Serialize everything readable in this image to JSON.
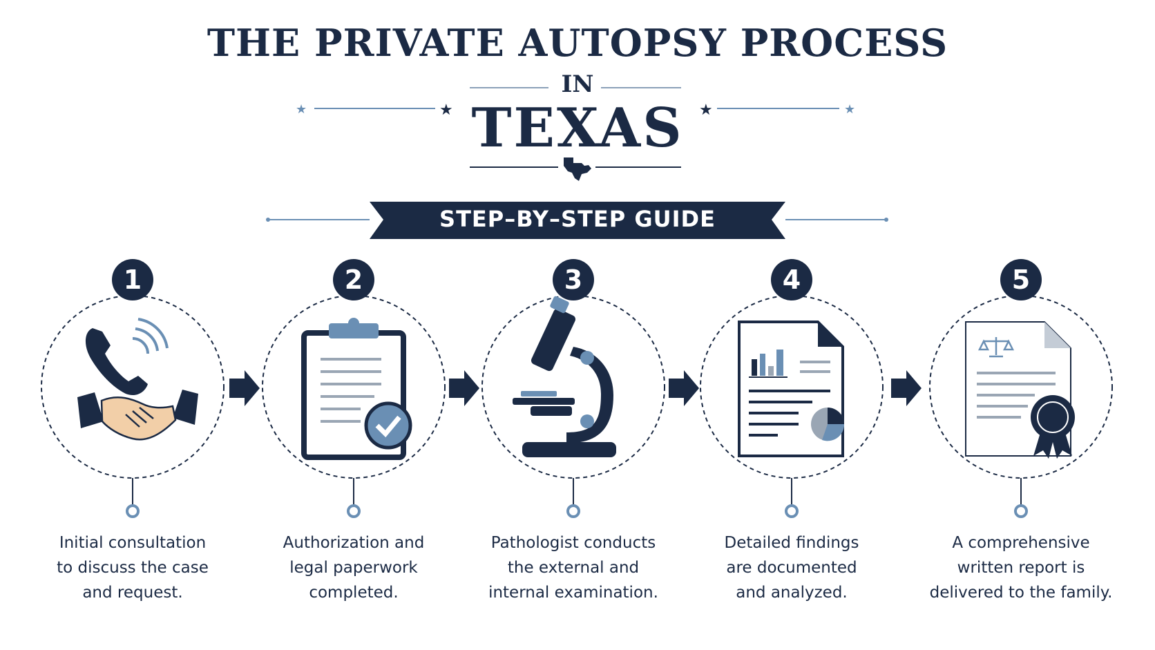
{
  "header": {
    "title": "THE PRIVATE AUTOPSY PROCESS",
    "in_word": "IN",
    "state_word": "TEXAS"
  },
  "banner": {
    "label": "STEP–BY–STEP GUIDE"
  },
  "colors": {
    "navy": "#1b2a44",
    "accent": "#6a8fb4",
    "light": "#e9eef4"
  },
  "steps": [
    {
      "number": "1",
      "icon": "phone-handshake-icon",
      "line1": "Initial consultation",
      "line2": "to discuss the case",
      "line3": "and request."
    },
    {
      "number": "2",
      "icon": "clipboard-check-icon",
      "line1": "Authorization and",
      "line2": "legal paperwork",
      "line3": "completed."
    },
    {
      "number": "3",
      "icon": "microscope-icon",
      "line1": "Pathologist conducts",
      "line2": "the external and",
      "line3": "internal examination."
    },
    {
      "number": "4",
      "icon": "report-chart-icon",
      "line1": "Detailed findings",
      "line2": "are documented",
      "line3": "and analyzed."
    },
    {
      "number": "5",
      "icon": "certificate-seal-icon",
      "line1": "A comprehensive",
      "line2": "written report is",
      "line3": "delivered to the family."
    }
  ]
}
